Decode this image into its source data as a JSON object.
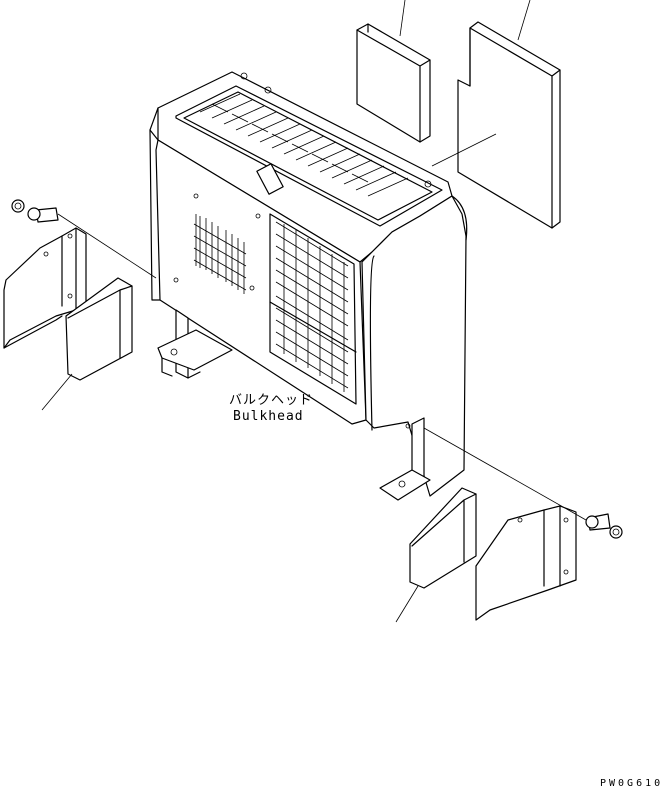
{
  "diagram": {
    "label_japanese": "バルクヘッド",
    "label_english": "Bulkhead",
    "drawing_code": "PW0G610"
  }
}
